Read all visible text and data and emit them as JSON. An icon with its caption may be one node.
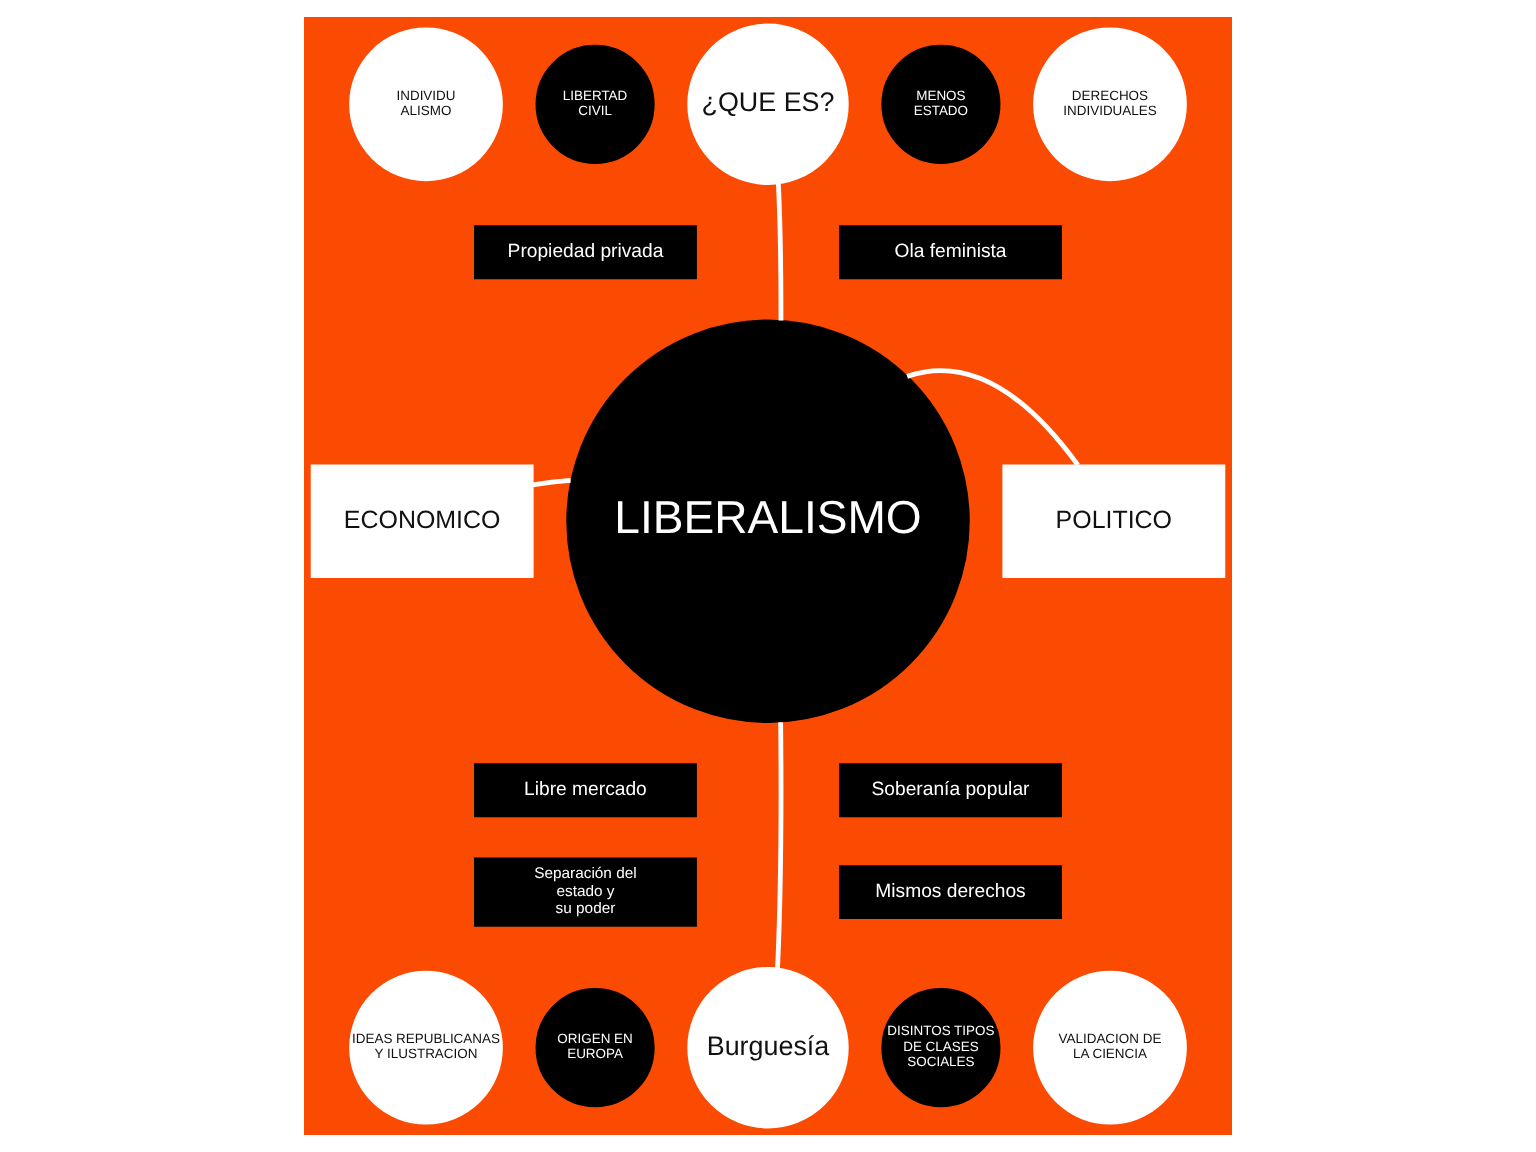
{
  "diagram": {
    "nodes": [
      {
        "text": [
          "INDIVIDU ALISMO"
        ]
      },
      {
        "text": [
          "LIBERTAD CIVIL"
        ]
      },
      {
        "text": [
          "¿QUE ES?"
        ]
      },
      {
        "text": [
          "MENOS ESTADO"
        ]
      },
      {
        "text": [
          "DERECHOS INDIVIDUALES"
        ]
      },
      {
        "text": [
          "Propiedad privada"
        ]
      },
      {
        "text": [
          "Ola feminista"
        ]
      },
      {
        "text": [
          "ECONOMICO"
        ]
      },
      {
        "text": [
          "LIBERALISMO"
        ]
      },
      {
        "text": [
          "POLITICO"
        ]
      },
      {
        "text": [
          "Libre mercado"
        ]
      },
      {
        "text": [
          "Soberanía popular"
        ]
      },
      {
        "text": [
          "Separación del estado y su poder"
        ]
      },
      {
        "text": [
          "Mismos derechos"
        ]
      },
      {
        "text": [
          "IDEAS REPUBLICANAS Y ILUSTRACION"
        ]
      },
      {
        "text": [
          "ORIGEN EN EUROPA"
        ]
      },
      {
        "text": [
          "Burguesía"
        ]
      },
      {
        "text": [
          "DISINTOS TIPOS DE CLASES SOCIALES"
        ]
      },
      {
        "text": [
          "VALIDACION DE LA CIENCIA"
        ]
      }
    ],
    "edges": [
      {
        "from": 8,
        "to": 2,
        "arrow": "none"
      },
      {
        "from": 8,
        "to": 7,
        "arrow": "none"
      },
      {
        "from": 8,
        "to": 9,
        "arrow": "none"
      },
      {
        "from": 8,
        "to": 16,
        "arrow": "none"
      }
    ]
  }
}
